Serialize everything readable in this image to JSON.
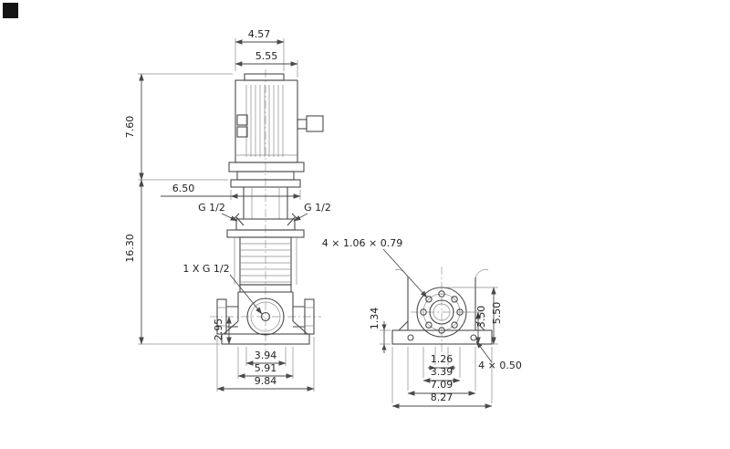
{
  "meta": {
    "background": "#ffffff",
    "line_color": "#4a4a4a",
    "corner_mark_color": "#141414"
  },
  "front": {
    "view_name": "pump-front-elevation",
    "dim_cap_width": "4.57",
    "dim_motor_width": "5.55",
    "dim_motor_height": "7.60",
    "dim_stool_flange": "6.50",
    "dim_pump_height": "16.30",
    "port_left": "G 1/2",
    "port_right": "G 1/2",
    "drain_note": "1 X G 1/2",
    "dim_port_center": "2.95",
    "dim_flange_face": "3.94",
    "dim_base_width": "5.91",
    "dim_overall_width": "9.84"
  },
  "end": {
    "view_name": "pump-end-elevation",
    "bolt_note": "4 × 1.06 × 0.79",
    "dim_base_height": "1.34",
    "dim_port_height": "3.50",
    "dim_flange_top": "5.50",
    "dim_hub": "1.26",
    "dim_bore": "3.39",
    "dim_body_width": "7.09",
    "dim_base_length": "8.27",
    "foot_note": "4 × 0.50"
  }
}
